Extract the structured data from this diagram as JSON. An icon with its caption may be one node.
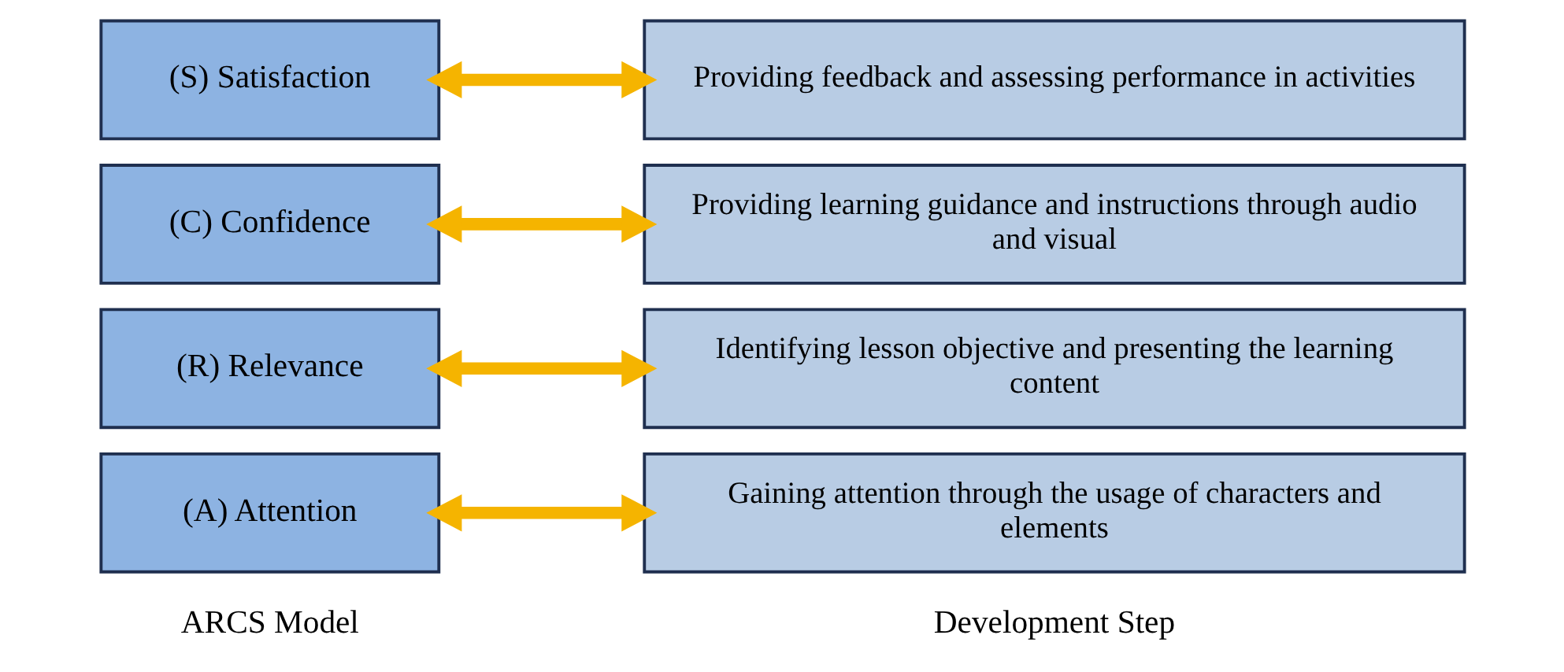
{
  "diagram": {
    "nodes": [
      {
        "text": [
          "(A) Attention"
        ]
      },
      {
        "text": [
          "Gaining attention through the usage of characters and elements"
        ]
      },
      {
        "text": [
          "(R) Relevance"
        ]
      },
      {
        "text": [
          "Identifying lesson objective and presenting the learning content"
        ]
      },
      {
        "text": [
          "(C) Confidence"
        ]
      },
      {
        "text": [
          "Providing learning guidance and instructions through audio and visual"
        ]
      },
      {
        "text": [
          "(S) Satisfaction"
        ]
      },
      {
        "text": [
          "Providing feedback and assessing performance in activities"
        ]
      }
    ],
    "edges": [
      {
        "from": 0,
        "to": 1,
        "arrow": "both"
      },
      {
        "from": 2,
        "to": 3,
        "arrow": "both"
      },
      {
        "from": 4,
        "to": 5,
        "arrow": "both"
      },
      {
        "from": 6,
        "to": 7,
        "arrow": "both"
      }
    ],
    "labels": [
      "ARCS Model",
      "Development Step"
    ]
  }
}
